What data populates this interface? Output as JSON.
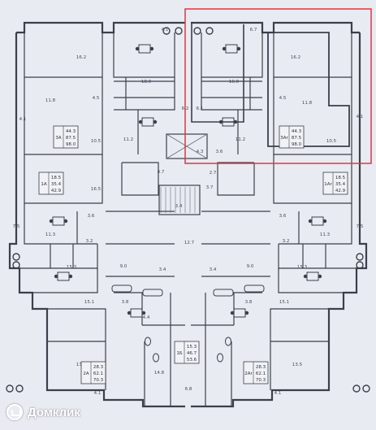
{
  "watermark": {
    "brand": "Домклик"
  },
  "highlight": {
    "color": "#e8323c"
  },
  "colors": {
    "wall": "#3b3f4a",
    "paper": "#e9ebf2",
    "line": "#6b6f7c"
  },
  "apartments": [
    {
      "id": "left-upper",
      "rooms": "3A",
      "areas": [
        "44.3",
        "87.5",
        "98.0"
      ]
    },
    {
      "id": "right-upper",
      "rooms": "3Ar",
      "areas": [
        "44.3",
        "87.5",
        "98.0"
      ]
    },
    {
      "id": "left-mid",
      "rooms": "1A",
      "areas": [
        "18.5",
        "35.4",
        "42.9"
      ]
    },
    {
      "id": "right-mid",
      "rooms": "1Ar",
      "areas": [
        "18.5",
        "35.4",
        "42.9"
      ]
    },
    {
      "id": "bottom-left",
      "rooms": "2A",
      "areas": [
        "28.3",
        "62.1",
        "70.3"
      ]
    },
    {
      "id": "bottom-center",
      "rooms": "1Б",
      "areas": [
        "15.3",
        "46.7",
        "53.6"
      ]
    },
    {
      "id": "bottom-right",
      "rooms": "2Ar",
      "areas": [
        "28.3",
        "62.1",
        "70.3"
      ]
    }
  ],
  "room_areas": [
    "4.1",
    "6.7",
    "16.2",
    "16.2",
    "11.8",
    "11.8",
    "10.5",
    "10.5",
    "4.5",
    "4.5",
    "4.1",
    "4.1",
    "11.2",
    "11.2",
    "4.3",
    "3.6",
    "4.7",
    "2.7",
    "3.7",
    "3.4",
    "16.5",
    "16.5",
    "3.6",
    "3.6",
    "12.7",
    "11.3",
    "11.3",
    "3.2",
    "3.2",
    "7.5",
    "7.5",
    "15.3",
    "15.3",
    "9.0",
    "9.0",
    "3.4",
    "3.4",
    "3.8",
    "3.8",
    "15.1",
    "15.1",
    "13.5",
    "13.5",
    "14.8",
    "4.4",
    "6.8",
    "4.1",
    "4.1",
    "18.0",
    "16.0",
    "6.2",
    "6.1"
  ]
}
